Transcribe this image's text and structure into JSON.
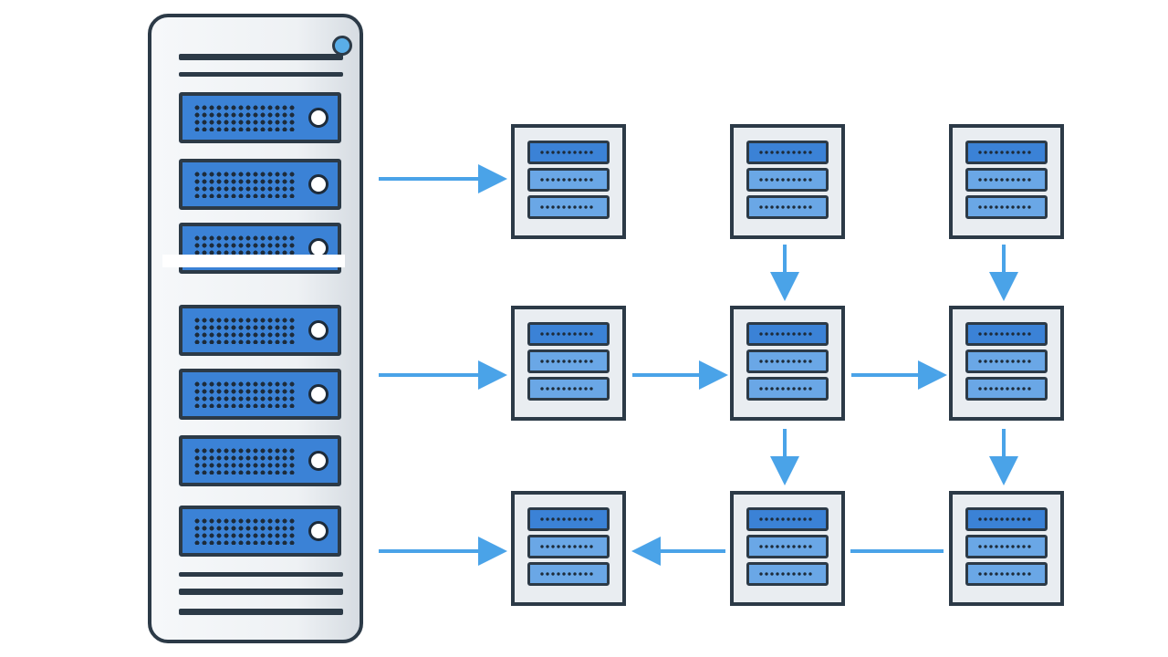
{
  "diagram": {
    "rack_units": 7,
    "node_count": 9,
    "colors": {
      "outline": "#2c3a47",
      "panel": "#3b82d6",
      "panel_light": "#6aa7e6",
      "arrow": "#4aa3e8",
      "rack_body": "#eef1f4"
    },
    "edges": [
      {
        "from": "rack",
        "to": "node-r1c1"
      },
      {
        "from": "rack",
        "to": "node-r2c1"
      },
      {
        "from": "rack",
        "to": "node-r3c1"
      },
      {
        "from": "node-r1c2",
        "to": "node-r2c2"
      },
      {
        "from": "node-r1c3",
        "to": "node-r2c3"
      },
      {
        "from": "node-r2c1",
        "to": "node-r2c2"
      },
      {
        "from": "node-r2c2",
        "to": "node-r2c3"
      },
      {
        "from": "node-r2c2",
        "to": "node-r3c2"
      },
      {
        "from": "node-r2c3",
        "to": "node-r3c3"
      },
      {
        "from": "node-r3c2",
        "to": "node-r3c1"
      },
      {
        "from": "node-r3c3",
        "to": "node-r3c2",
        "arrowhead": false
      }
    ]
  }
}
